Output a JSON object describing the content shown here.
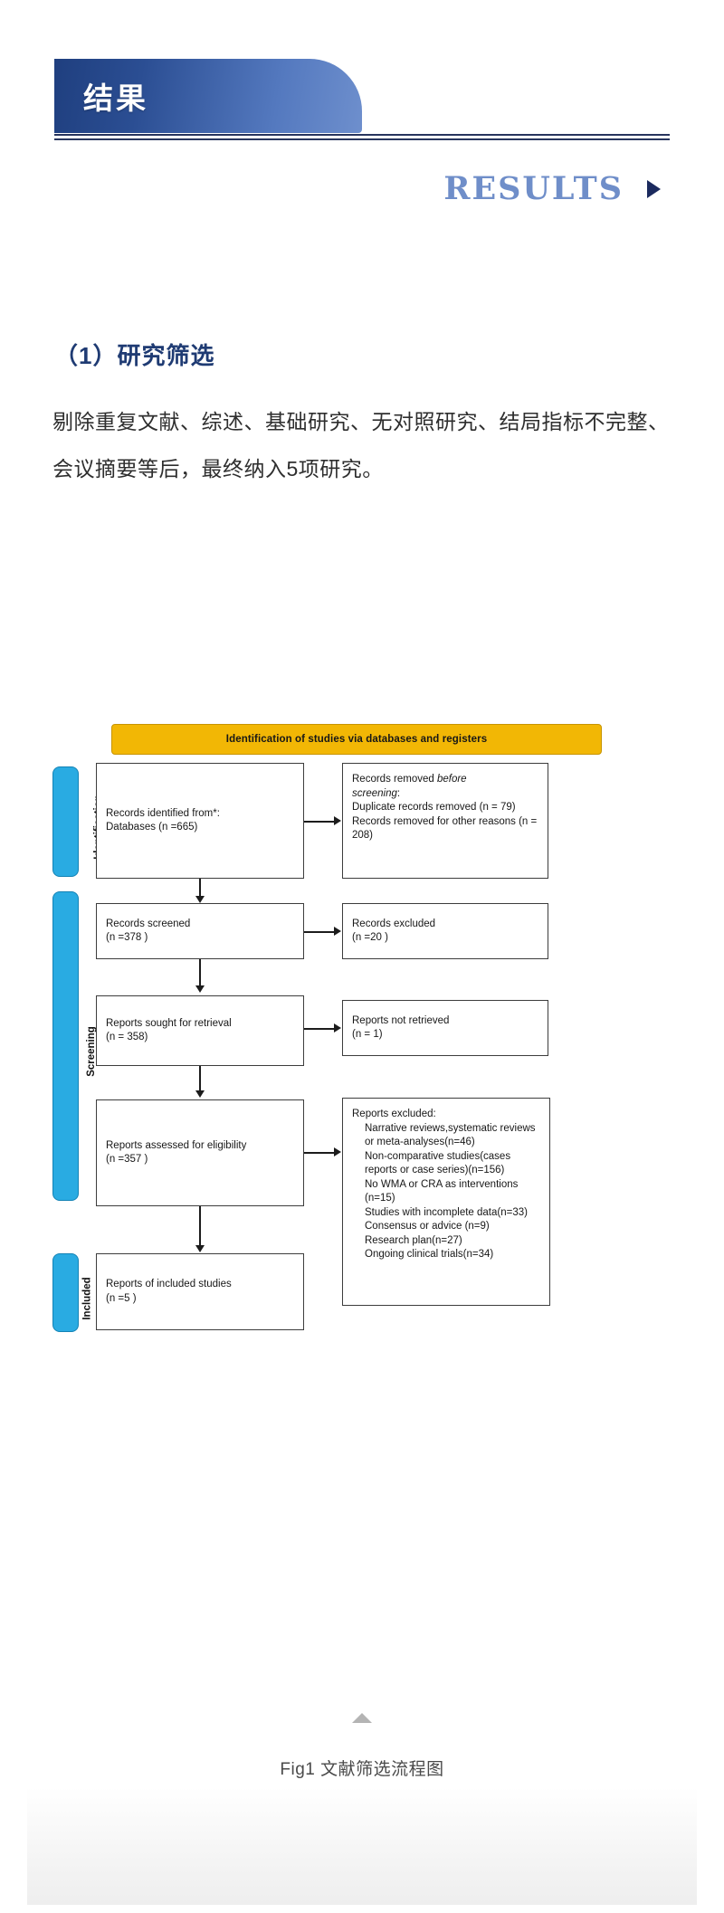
{
  "banner": {
    "title": "结果"
  },
  "results_header": {
    "word": "RESULTS",
    "triangle_icon": "triangle-right-icon",
    "color": "#6f8ec9"
  },
  "section": {
    "heading": "（1）研究筛选",
    "paragraph": "剔除重复文献、综述、基础研究、无对照研究、结局指标不完整、会议摘要等后，最终纳入5项研究。"
  },
  "figure": {
    "caption": "Fig1 文献筛选流程图",
    "header_banner": "Identification of studies via databases and registers",
    "header_color": "#f2b705",
    "stage_color": "#29abe2",
    "stages": [
      {
        "label": "Identification"
      },
      {
        "label": "Screening"
      },
      {
        "label": "Included"
      }
    ],
    "boxes": {
      "identified": {
        "line1": "Records identified from*:",
        "line2": "Databases (n =665)"
      },
      "removed": {
        "line1": "Records removed ",
        "line1_italic": "before",
        "line2_italic": "screening",
        "line2_tail": ":",
        "line3": "Duplicate records removed  (n = 79)",
        "line4": "Records removed for other reasons (n = 208)"
      },
      "screened": {
        "line1": "Records screened",
        "line2": "(n =378 )"
      },
      "excluded": {
        "line1": "Records excluded",
        "line2": "(n =20 )"
      },
      "sought": {
        "line1": "Reports sought for retrieval",
        "line2": "(n = 358)"
      },
      "not_retrieved": {
        "line1": "Reports not retrieved",
        "line2": "(n = 1)"
      },
      "assessed": {
        "line1": "Reports assessed for eligibility",
        "line2": "(n =357 )"
      },
      "reports_excluded": {
        "title": "Reports excluded:",
        "items": [
          "Narrative reviews,systematic reviews or meta-analyses(n=46)",
          "Non-comparative studies(cases reports or case series)(n=156)",
          "No WMA or CRA as interventions (n=15)",
          "Studies with incomplete data(n=33)",
          "Consensus or advice (n=9)",
          "Research plan(n=27)",
          "Ongoing clinical trials(n=34)"
        ]
      },
      "included": {
        "line1": "Reports of included studies",
        "line2": "(n =5 )"
      }
    }
  },
  "chart_data": {
    "type": "diagram",
    "title": "Identification of studies via databases and registers",
    "nodes": [
      {
        "id": "identified",
        "stage": "Identification",
        "label": "Records identified from*: Databases",
        "n": 665
      },
      {
        "id": "removed",
        "stage": "Identification",
        "label": "Records removed before screening: duplicates / other reasons",
        "n_duplicates": 79,
        "n_other": 208
      },
      {
        "id": "screened",
        "stage": "Screening",
        "label": "Records screened",
        "n": 378
      },
      {
        "id": "excluded",
        "stage": "Screening",
        "label": "Records excluded",
        "n": 20
      },
      {
        "id": "sought",
        "stage": "Screening",
        "label": "Reports sought for retrieval",
        "n": 358
      },
      {
        "id": "not_retrieved",
        "stage": "Screening",
        "label": "Reports not retrieved",
        "n": 1
      },
      {
        "id": "assessed",
        "stage": "Screening",
        "label": "Reports assessed for eligibility",
        "n": 357
      },
      {
        "id": "reports_excluded",
        "stage": "Screening",
        "label": "Reports excluded",
        "breakdown": {
          "narrative_or_meta_analyses": 46,
          "non_comparative_studies": 156,
          "no_wma_or_cra": 15,
          "incomplete_data": 33,
          "consensus_or_advice": 9,
          "research_plan": 27,
          "ongoing_clinical_trials": 34
        }
      },
      {
        "id": "included",
        "stage": "Included",
        "label": "Reports of included studies",
        "n": 5
      }
    ],
    "edges": [
      {
        "from": "identified",
        "to": "removed"
      },
      {
        "from": "identified",
        "to": "screened"
      },
      {
        "from": "screened",
        "to": "excluded"
      },
      {
        "from": "screened",
        "to": "sought"
      },
      {
        "from": "sought",
        "to": "not_retrieved"
      },
      {
        "from": "sought",
        "to": "assessed"
      },
      {
        "from": "assessed",
        "to": "reports_excluded"
      },
      {
        "from": "assessed",
        "to": "included"
      }
    ]
  },
  "scroll_top_icon": "triangle-up-icon"
}
